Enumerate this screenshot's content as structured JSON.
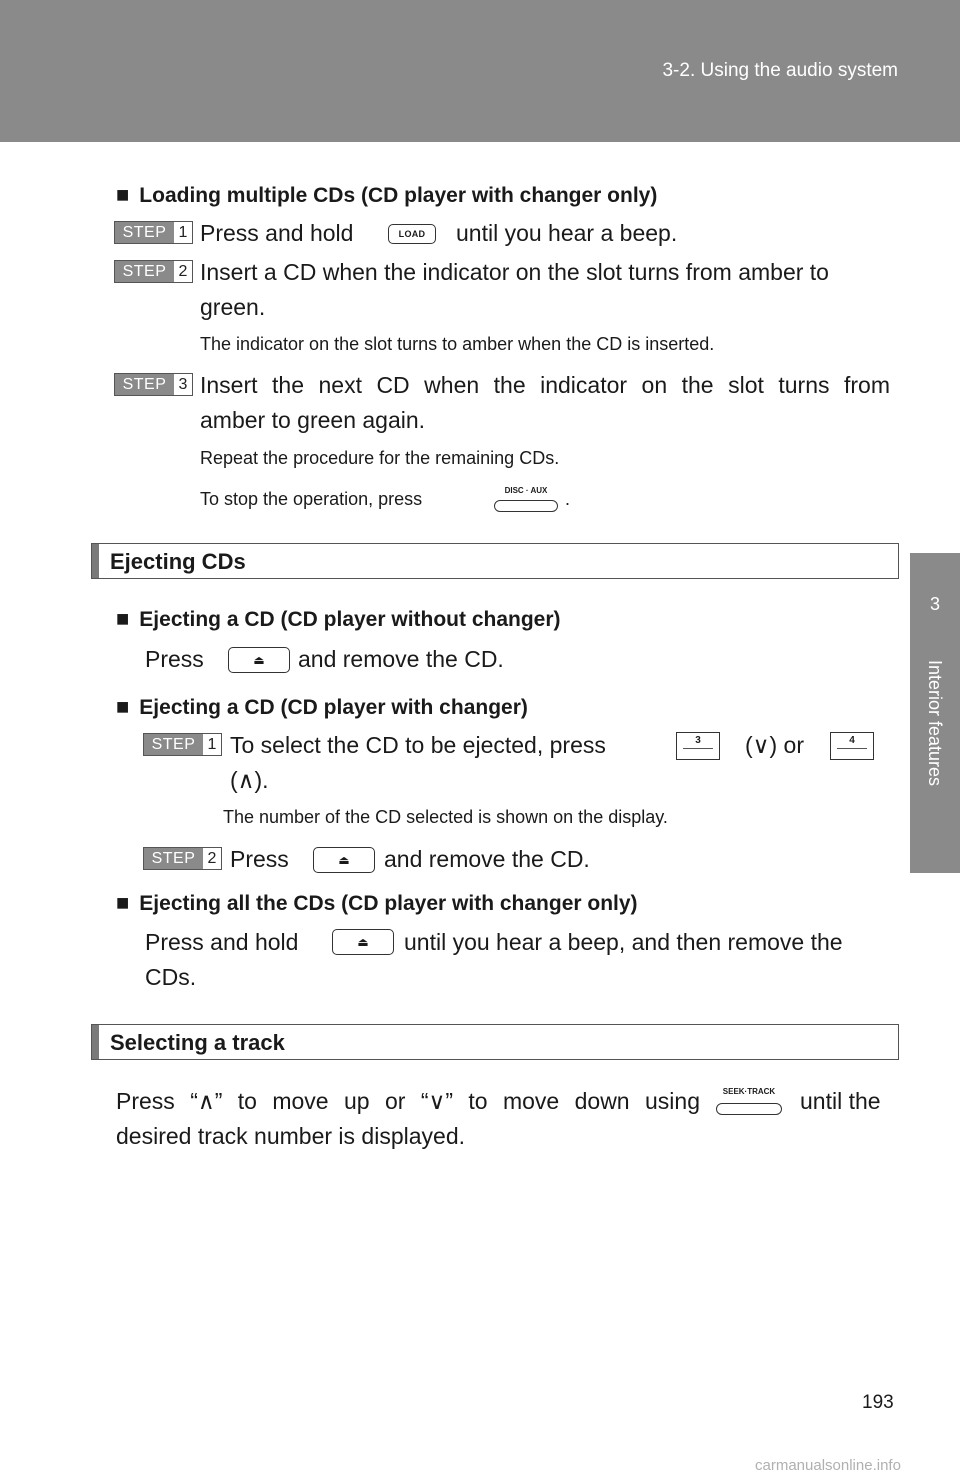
{
  "header": {
    "section": "3-2. Using the audio system"
  },
  "side_tab": {
    "number": "3",
    "label": "Interior features"
  },
  "loading": {
    "heading": "Loading multiple CDs (CD player with changer only)",
    "step1": {
      "tag": "STEP",
      "num": "1",
      "pre": "Press and hold",
      "button": "LOAD",
      "post": "until you hear a beep."
    },
    "step2": {
      "tag": "STEP",
      "num": "2",
      "line1": "Insert a CD when the indicator on the slot turns from amber to",
      "line2": "green.",
      "note": "The indicator on the slot turns to amber when the CD is inserted."
    },
    "step3": {
      "tag": "STEP",
      "num": "3",
      "line1": "Insert the next CD when the indicator on the slot turns from",
      "line2": "amber to green again.",
      "note1": "Repeat the procedure for the remaining CDs.",
      "note2_pre": "To stop the operation, press",
      "button": "DISC · AUX",
      "note2_post": "."
    }
  },
  "ejecting": {
    "section_title": "Ejecting CDs",
    "no_changer": {
      "heading": "Ejecting a CD (CD player without changer)",
      "pre": "Press",
      "post": "and remove the CD."
    },
    "with_changer": {
      "heading": "Ejecting a CD (CD player with changer)",
      "step1": {
        "tag": "STEP",
        "num": "1",
        "pre": "To select the CD to be ejected, press",
        "btn_a": "3",
        "mid": "(∨) or",
        "btn_b": "4",
        "line2": "(∧).",
        "note": "The number of the CD selected is shown on the display."
      },
      "step2": {
        "tag": "STEP",
        "num": "2",
        "pre": "Press",
        "post": "and remove the CD."
      }
    },
    "all": {
      "heading": "Ejecting all the CDs (CD player with changer only)",
      "pre": "Press and hold",
      "post": "until you hear a beep, and then remove the",
      "line2": "CDs."
    }
  },
  "track": {
    "section_title": "Selecting a track",
    "line1_a": "Press “∧” to move up or “∨” to move down using",
    "button": "SEEK·TRACK",
    "line1_b": "until the",
    "line2": "desired track number is displayed."
  },
  "page_number": "193",
  "watermark": "carmanualsonline.info"
}
